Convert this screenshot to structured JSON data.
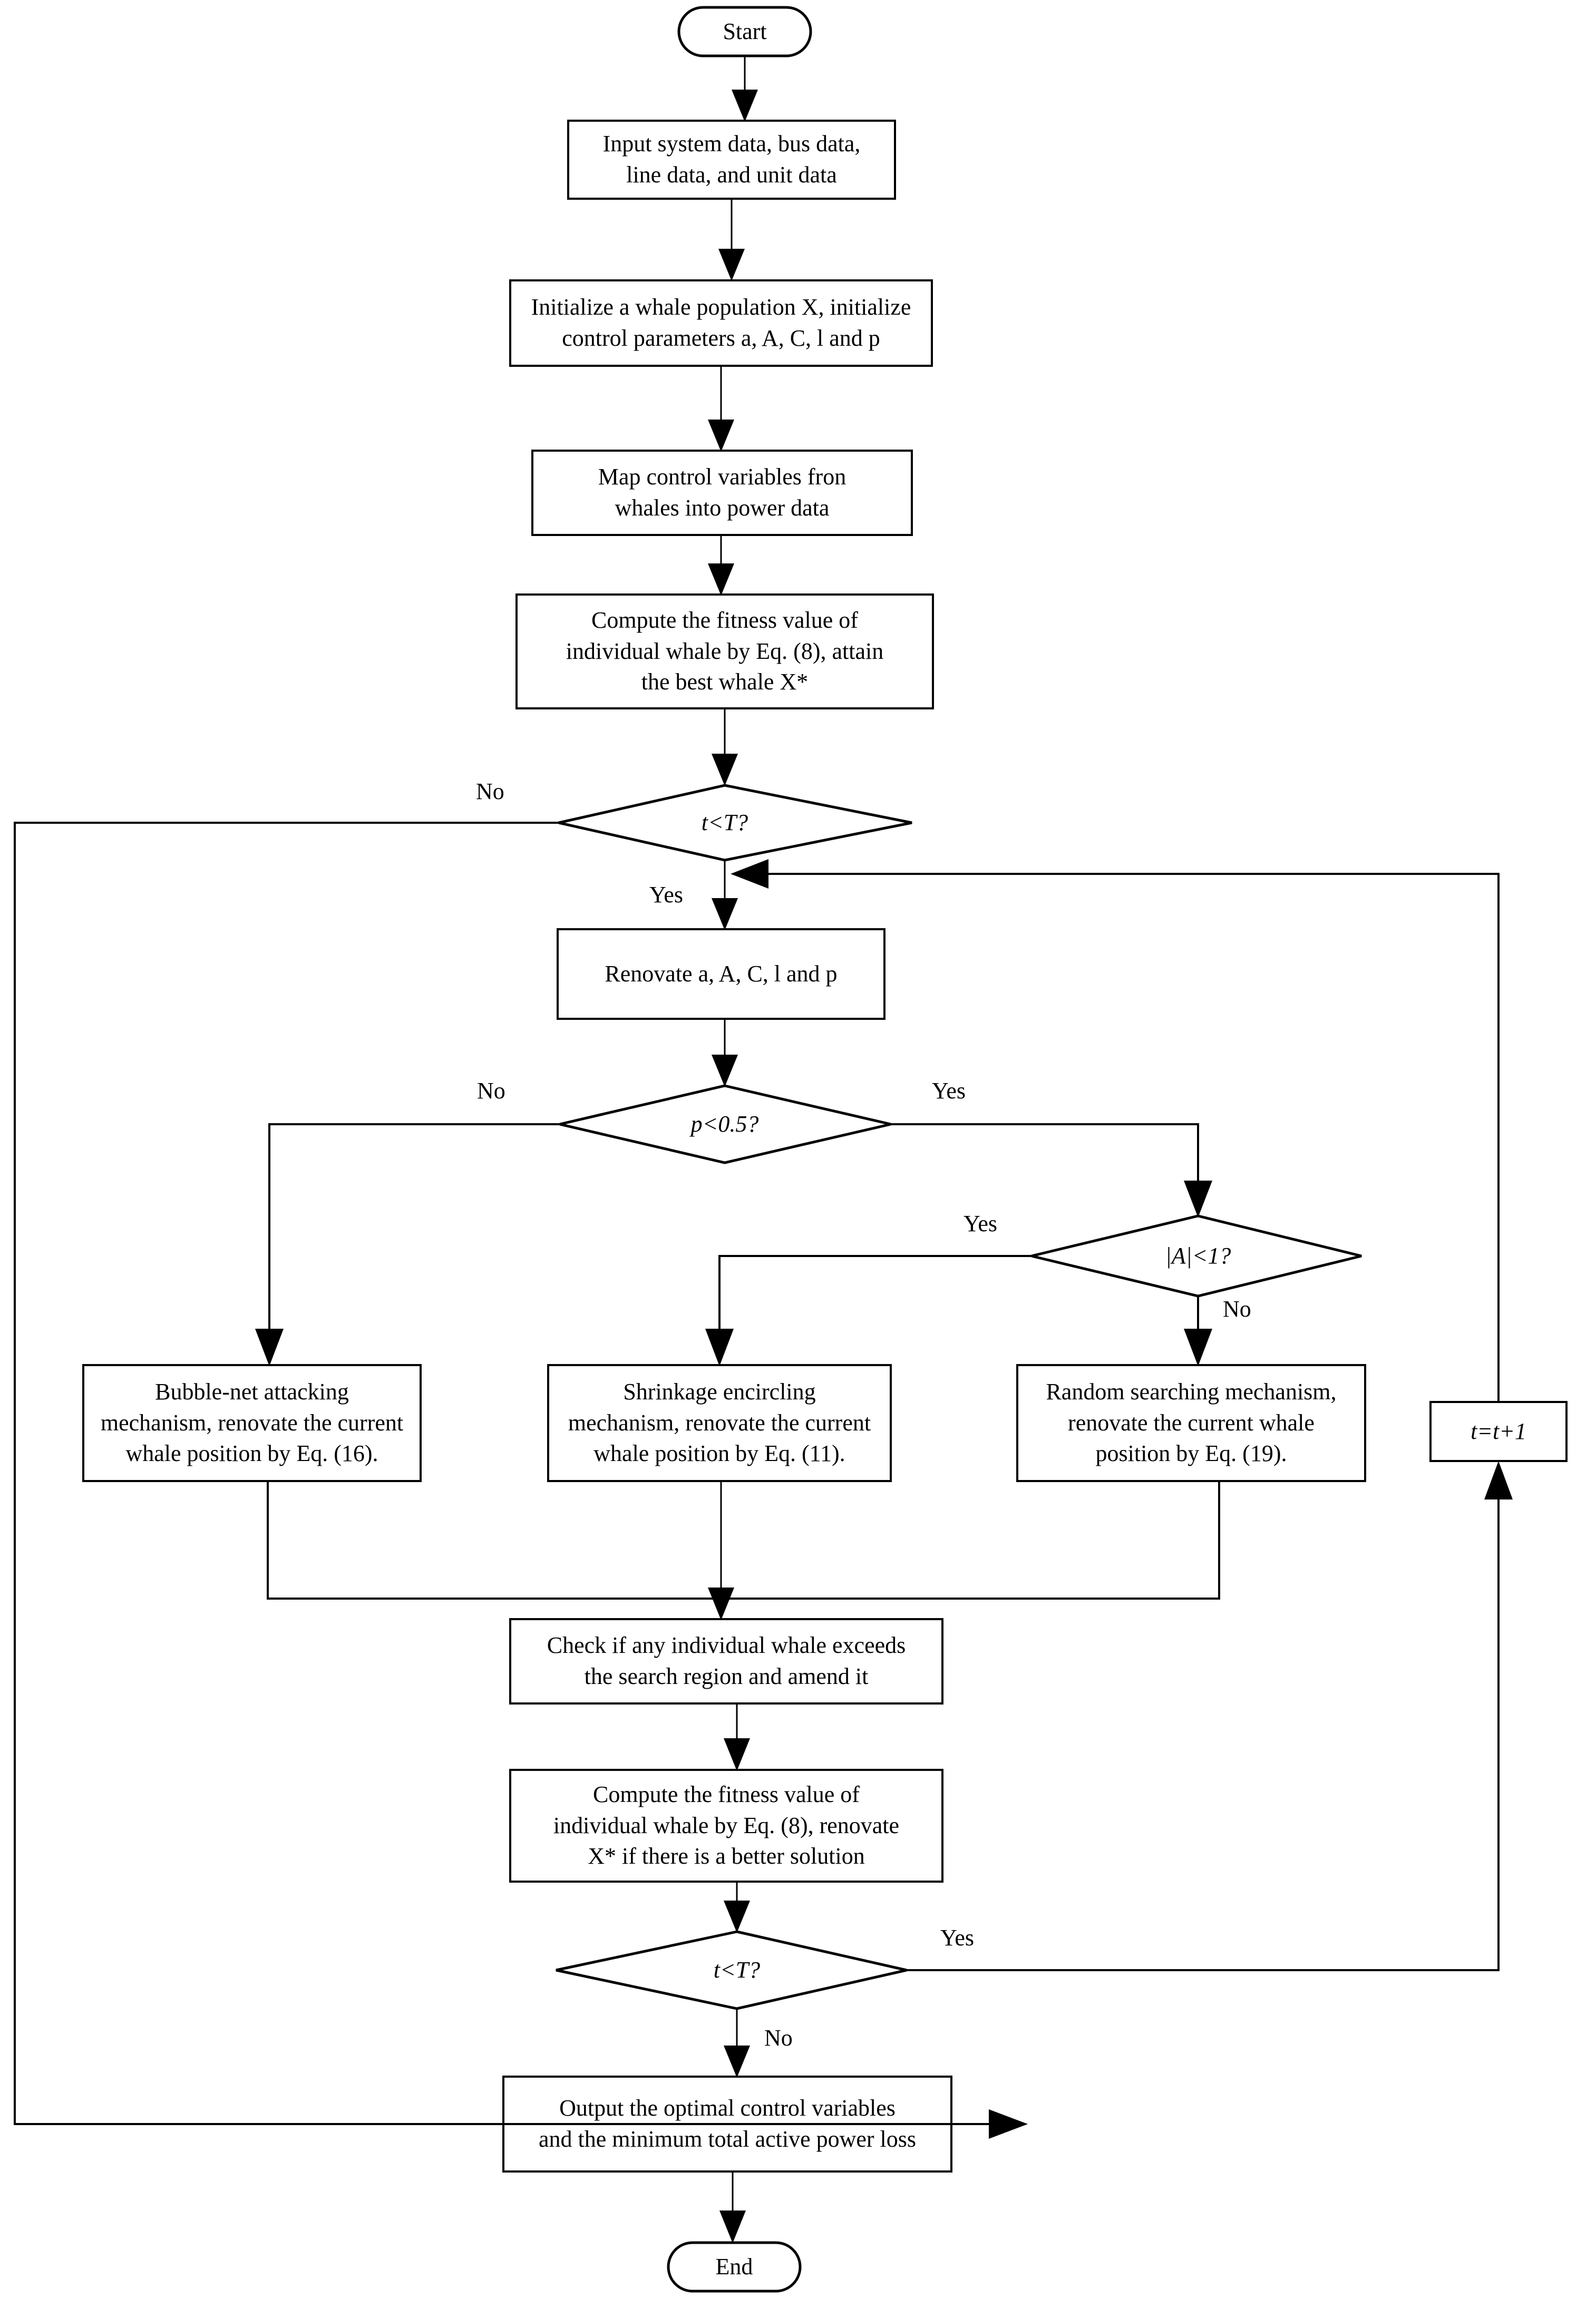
{
  "diagram": {
    "title": "Whale Optimization Algorithm flowchart for optimal reactive power dispatch",
    "background_color": "#ffffff",
    "line_color": "#000000",
    "nodes": {
      "start": {
        "label": "Start",
        "shape": "terminator"
      },
      "input_data": {
        "label": "Input system data, bus data,\nline data, and unit data",
        "shape": "process"
      },
      "initialize": {
        "label": "Initialize a whale population X, initialize\ncontrol parameters a, A, C, l and p",
        "shape": "process"
      },
      "map_variables": {
        "label": "Map control variables fron\nwhales into power data",
        "shape": "process"
      },
      "compute_fitness_1": {
        "label": "Compute the fitness value of\nindividual whale by  Eq. (8),  attain\nthe best whale  X*",
        "shape": "process"
      },
      "decision_t_lt_T_1": {
        "label": "t<T?",
        "shape": "decision"
      },
      "renovate_params": {
        "label": "Renovate a, A, C, l and p",
        "shape": "process"
      },
      "decision_p_lt_05": {
        "label": "p<0.5?",
        "shape": "decision"
      },
      "decision_abs_A_lt_1": {
        "label": "|A|<1?",
        "shape": "decision"
      },
      "bubble_net": {
        "label": "Bubble-net attacking\nmechanism, renovate the current\nwhale  position by Eq. (16).",
        "shape": "process"
      },
      "shrinkage": {
        "label": "Shrinkage encircling\nmechanism, renovate the current\nwhale position by Eq. (11).",
        "shape": "process"
      },
      "random_search": {
        "label": "Random searching mechanism,\nrenovate the current whale\nposition by Eq. (19).",
        "shape": "process"
      },
      "increment_t": {
        "label": "t=t+1",
        "shape": "process"
      },
      "check_bounds": {
        "label": "Check if any individual whale exceeds\nthe search region and amend it",
        "shape": "process"
      },
      "compute_fitness_2": {
        "label": "Compute the fitness value of\nindividual whale by Eq. (8),  renovate\nX* if there is a better solution",
        "shape": "process"
      },
      "decision_t_lt_T_2": {
        "label": "t<T?",
        "shape": "decision"
      },
      "output_results": {
        "label": "Output the optimal control variables\nand the minimum total active power loss",
        "shape": "process"
      },
      "end": {
        "label": "End",
        "shape": "terminator"
      }
    },
    "edge_labels": {
      "t_lt_T_1_no": "No",
      "t_lt_T_1_yes": "Yes",
      "p_lt_05_no": "No",
      "p_lt_05_yes": "Yes",
      "abs_A_lt_1_yes": "Yes",
      "abs_A_lt_1_no": "No",
      "t_lt_T_2_yes": "Yes",
      "t_lt_T_2_no": "No"
    }
  }
}
